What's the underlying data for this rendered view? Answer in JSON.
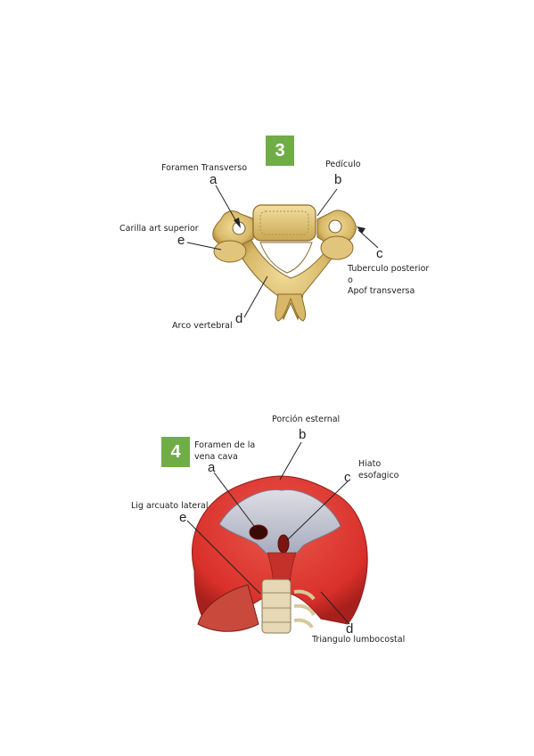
{
  "figure3": {
    "number": "3",
    "labels": {
      "a": {
        "letter": "a",
        "text": "Foramen Transverso"
      },
      "b": {
        "letter": "b",
        "text": "Pedículo"
      },
      "c": {
        "letter": "c",
        "text_lines": [
          "Tuberculo posterior",
          "o",
          "Apof transversa"
        ]
      },
      "d": {
        "letter": "d",
        "text": "Arco vertebral"
      },
      "e": {
        "letter": "e",
        "text": "Carilla art superior"
      }
    }
  },
  "figure4": {
    "number": "4",
    "labels": {
      "a": {
        "letter": "a",
        "text_lines": [
          "Foramen de la",
          "vena cava"
        ]
      },
      "b": {
        "letter": "b",
        "text": "Porción esternal"
      },
      "c": {
        "letter": "c",
        "text_lines": [
          "Hiato",
          "esofagico"
        ]
      },
      "d": {
        "letter": "d",
        "text": "Triangulo lumbocostal"
      },
      "e": {
        "letter": "e",
        "text": "Lig arcuato lateral"
      }
    }
  },
  "colors": {
    "badge": "#70ad47",
    "bone": "#d8b868",
    "bone_dark": "#a07c34",
    "muscle": "#d9302a",
    "tendon": "#b8c4d4"
  }
}
